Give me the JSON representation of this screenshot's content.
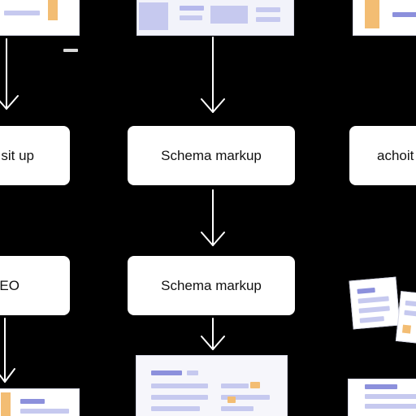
{
  "nodes": {
    "left_top": "sit up",
    "center_top": "Schema markup",
    "right_top": "achoit",
    "left_bottom": "SEO",
    "center_bottom": "Schema markup"
  },
  "colors": {
    "background": "#000000",
    "box": "#ffffff",
    "accent_purple": "#8c90dc",
    "accent_light": "#c6c9ef",
    "accent_orange": "#f3bd73"
  }
}
